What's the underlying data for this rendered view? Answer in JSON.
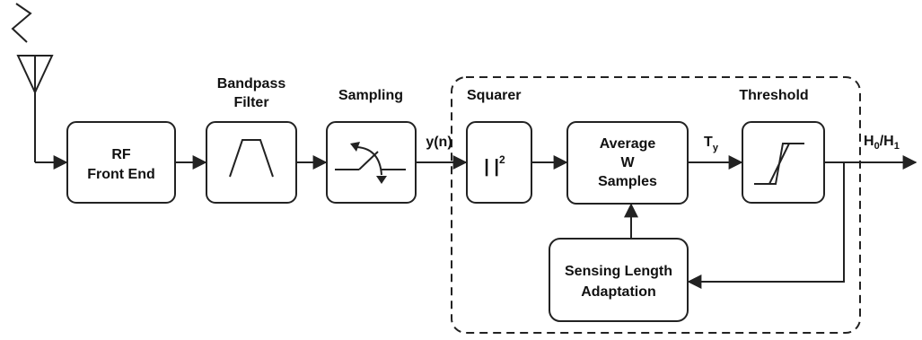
{
  "blocks": {
    "rf_front_end": {
      "line1": "RF",
      "line2": "Front End"
    },
    "bandpass": {
      "label1": "Bandpass",
      "label2": "Filter"
    },
    "sampling": {
      "label": "Sampling"
    },
    "squarer": {
      "label": "Squarer",
      "symbol": "| |",
      "exponent": "2"
    },
    "average": {
      "line1": "Average",
      "line2": "W",
      "line3": "Samples"
    },
    "threshold": {
      "label": "Threshold"
    },
    "sensing": {
      "line1": "Sensing Length",
      "line2": "Adaptation"
    }
  },
  "signals": {
    "yn": "y(n)",
    "ty_main": "T",
    "ty_sub": "y",
    "h0_main": "H",
    "h0_sub": "0",
    "sep": "/",
    "h1_main": "H",
    "h1_sub": "1"
  }
}
